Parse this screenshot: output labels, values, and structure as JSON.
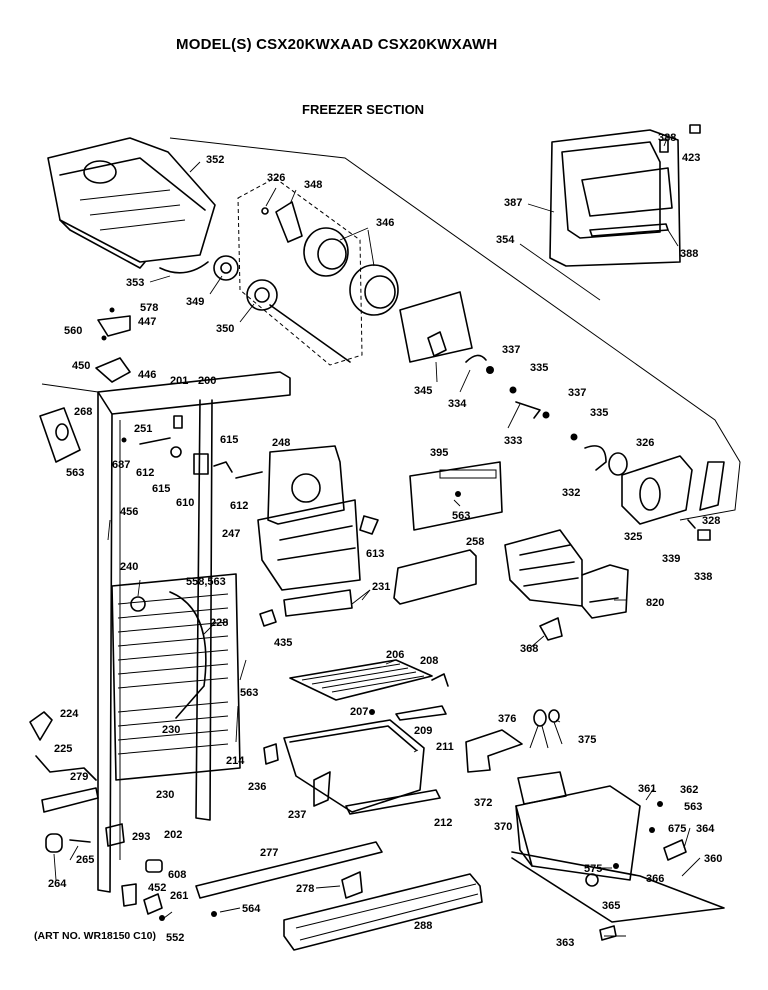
{
  "header": {
    "model_title": "MODEL(S) CSX20KWXAAD  CSX20KWXAWH",
    "section_title": "FREEZER SECTION"
  },
  "footer": {
    "art_no": "(ART NO. WR18150 C10)"
  },
  "callouts": [
    "352",
    "326",
    "348",
    "346",
    "353",
    "349",
    "350",
    "578",
    "447",
    "560",
    "450",
    "446",
    "388",
    "423",
    "387",
    "388",
    "354",
    "345",
    "337",
    "334",
    "335",
    "333",
    "337",
    "335",
    "201",
    "200",
    "268",
    "251",
    "563",
    "687",
    "612",
    "615",
    "615",
    "610",
    "248",
    "612",
    "395",
    "563",
    "326",
    "332",
    "328",
    "325",
    "339",
    "338",
    "456",
    "247",
    "613",
    "258",
    "240",
    "558,563",
    "231",
    "435",
    "820",
    "368",
    "228",
    "563",
    "206",
    "208",
    "207",
    "209",
    "230",
    "224",
    "225",
    "279",
    "214",
    "230",
    "236",
    "211",
    "376",
    "375",
    "237",
    "212",
    "372",
    "370",
    "361",
    "362",
    "563",
    "675",
    "364",
    "264",
    "265",
    "293",
    "202",
    "277",
    "608",
    "452",
    "261",
    "278",
    "564",
    "552",
    "288",
    "575",
    "366",
    "365",
    "360",
    "363"
  ]
}
